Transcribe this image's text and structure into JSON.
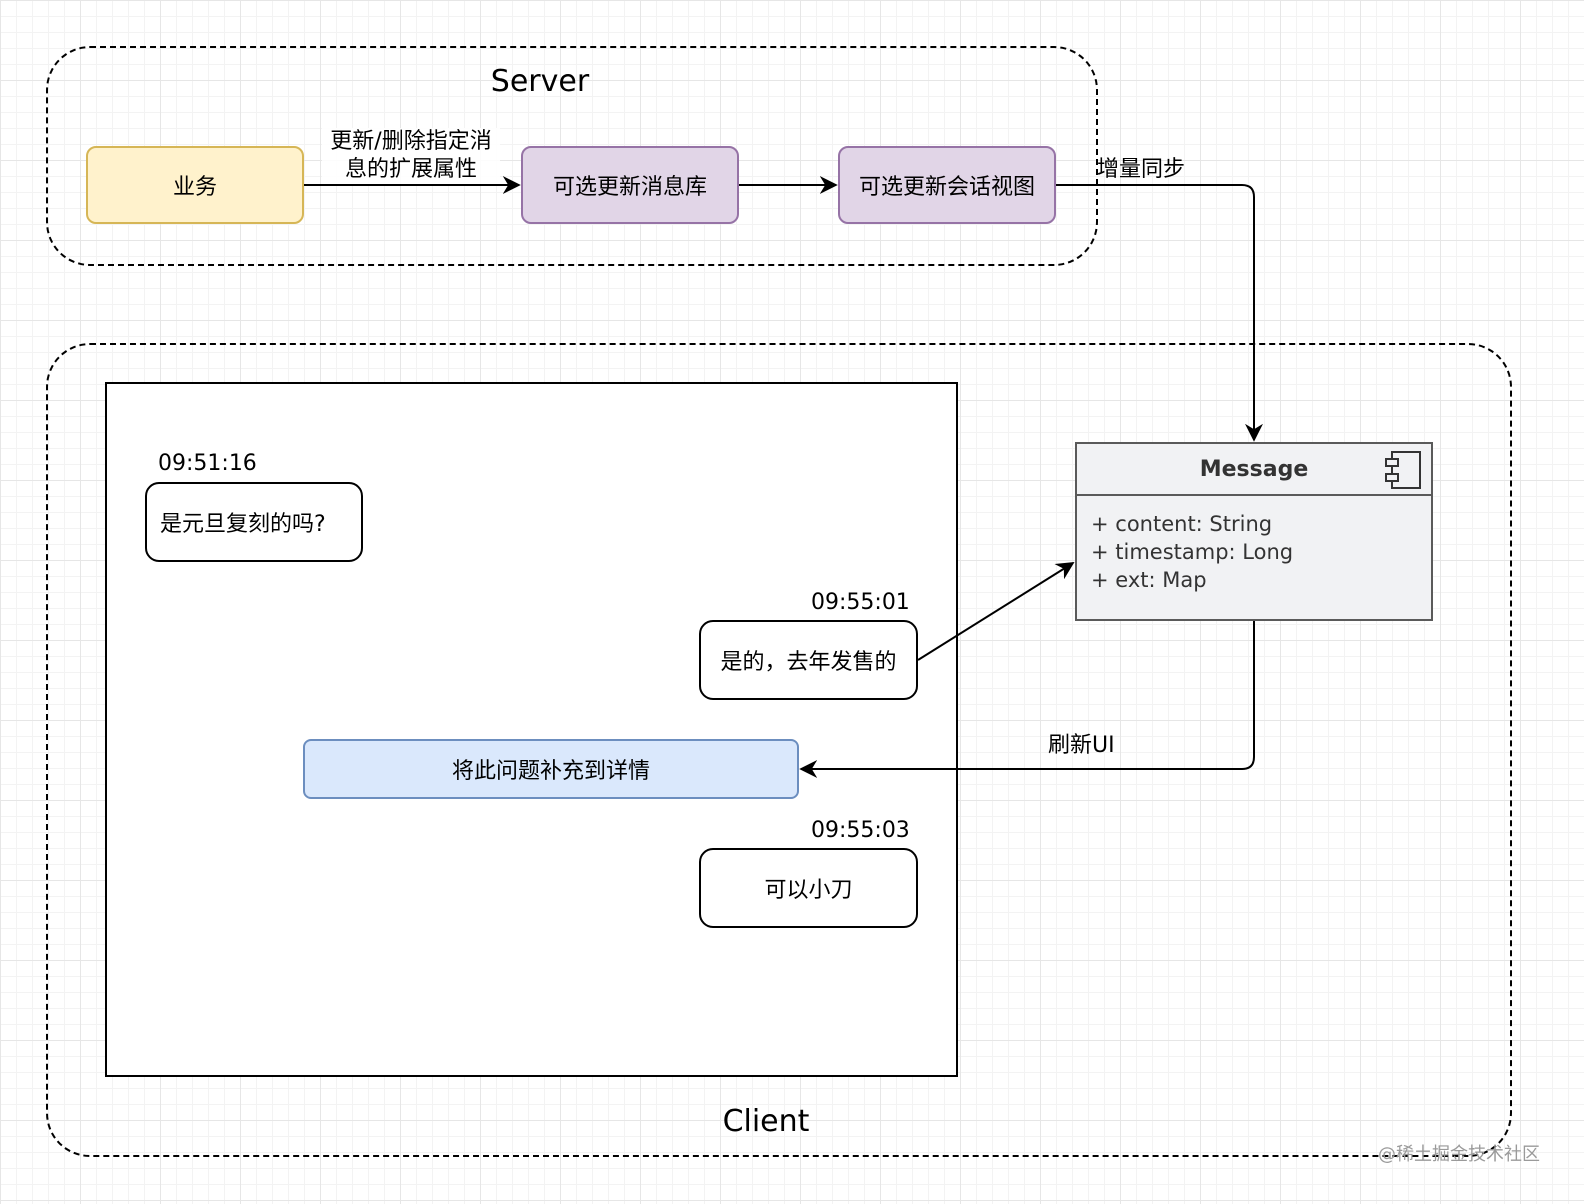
{
  "server": {
    "title": "Server",
    "nodes": {
      "business": "业务",
      "update_db": "可选更新消息库",
      "update_view": "可选更新会话视图"
    },
    "edge_label_update": [
      "更新/删除指定消",
      "息的扩展属性"
    ],
    "edge_label_sync": "增量同步"
  },
  "client": {
    "title": "Client",
    "messages": [
      {
        "time": "09:51:16",
        "text": "是元旦复刻的吗?"
      },
      {
        "time": "09:55:01",
        "text": "是的，去年发售的"
      },
      {
        "time": "09:55:03",
        "text": "可以小刀"
      }
    ],
    "notice": "将此问题补充到详情",
    "refresh_label": "刷新UI"
  },
  "message_class": {
    "name": "Message",
    "fields": [
      "+ content: String",
      "+ timestamp: Long",
      "+ ext: Map"
    ]
  },
  "watermark": "@稀土掘金技术社区",
  "colors": {
    "business_fill": "#fff2cc",
    "business_stroke": "#d6b656",
    "optional_fill": "#e1d5e7",
    "optional_stroke": "#9673a6",
    "notice_fill": "#dae8fc",
    "notice_stroke": "#6c8ebf",
    "class_fill": "#f1f2f4"
  }
}
